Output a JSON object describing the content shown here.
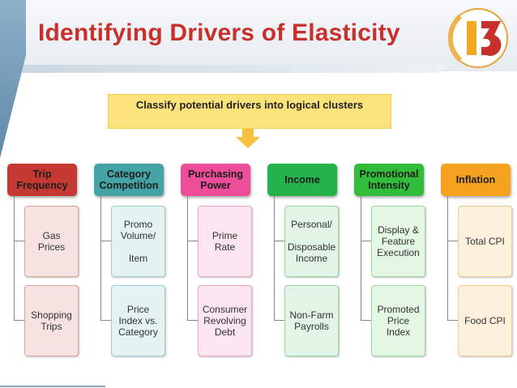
{
  "title": "Identifying Drivers of Elasticity",
  "banner": "Classify potential drivers into logical clusters",
  "logo_text": "I3",
  "colors": {
    "title": "#c8302b",
    "banner": "#fbe27a",
    "arrow": "#f6c23e"
  },
  "columns": [
    {
      "header": "Trip\nFrequency",
      "head_color": "#c43a33",
      "card_color": "#f6e2e1",
      "border_color": "#d9a5a2",
      "items": [
        "Gas\nPrices",
        "Shopping\nTrips"
      ]
    },
    {
      "header": "Category\nCompetition",
      "head_color": "#44a3a5",
      "card_color": "#e4f2f2",
      "border_color": "#9fcfd0",
      "items": [
        "Promo\nVolume/\n\nItem",
        "Price\nIndex vs.\nCategory"
      ]
    },
    {
      "header": "Purchasing\nPower",
      "head_color": "#ee4e99",
      "card_color": "#fbe5ef",
      "border_color": "#f0a6c8",
      "items": [
        "Prime\nRate",
        "Consumer\nRevolving\nDebt"
      ]
    },
    {
      "header": "Income",
      "head_color": "#24b34b",
      "card_color": "#e2f4e6",
      "border_color": "#98d6a9",
      "items": [
        "Personal/\n\nDisposable\nIncome",
        "Non-Farm\nPayrolls"
      ]
    },
    {
      "header": "Promotional\nIntensity",
      "head_color": "#31bc39",
      "card_color": "#e4f6e4",
      "border_color": "#9fd8a1",
      "items": [
        "Display &\nFeature\nExecution",
        "Promoted\nPrice\nIndex"
      ]
    },
    {
      "header": "Inflation",
      "head_color": "#f5a21e",
      "card_color": "#fdf0dd",
      "border_color": "#f2cc8f",
      "items": [
        "Total CPI",
        "Food CPI"
      ]
    }
  ]
}
